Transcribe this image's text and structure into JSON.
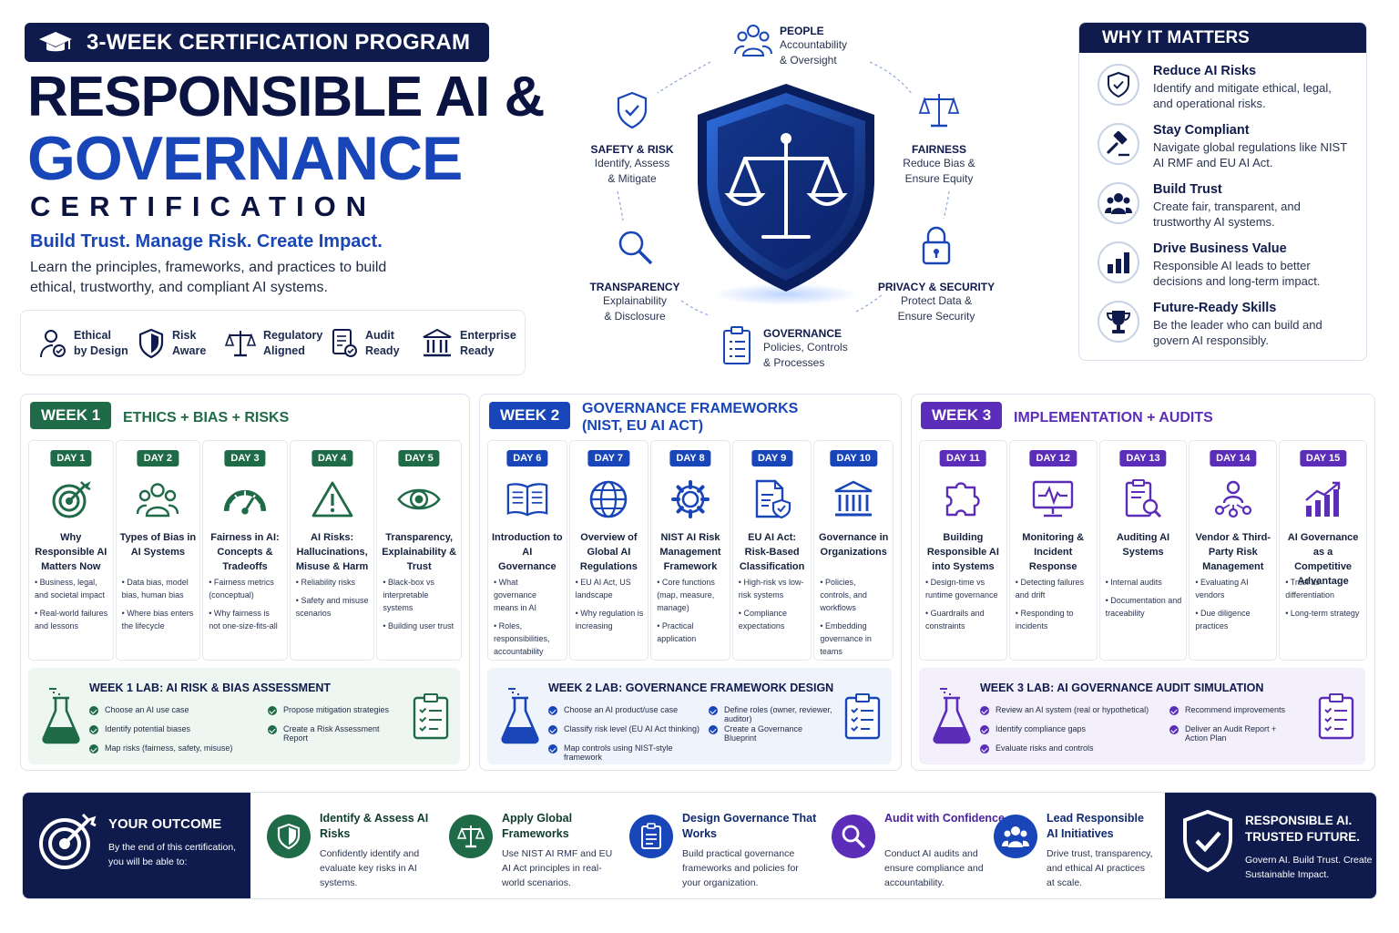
{
  "header": {
    "badge": "3-WEEK CERTIFICATION PROGRAM",
    "title_line1": "RESPONSIBLE AI &",
    "title_line2": "GOVERNANCE",
    "title_line3": "CERTIFICATION",
    "tagline": "Build Trust. Manage Risk. Create Impact.",
    "lead": "Learn the principles, frameworks, and practices to build ethical, trustworthy, and compliant AI systems."
  },
  "features": [
    {
      "icon": "person-check-icon",
      "l1": "Ethical",
      "l2": "by Design"
    },
    {
      "icon": "shield-icon",
      "l1": "Risk",
      "l2": "Aware"
    },
    {
      "icon": "scales-icon",
      "l1": "Regulatory",
      "l2": "Aligned"
    },
    {
      "icon": "audit-doc-icon",
      "l1": "Audit",
      "l2": "Ready"
    },
    {
      "icon": "building-icon",
      "l1": "Enterprise",
      "l2": "Ready"
    }
  ],
  "pillars": {
    "people": {
      "title": "PEOPLE",
      "d1": "Accountability",
      "d2": "& Oversight"
    },
    "safety": {
      "title": "SAFETY & RISK",
      "d1": "Identify, Assess",
      "d2": "& Mitigate"
    },
    "fairness": {
      "title": "FAIRNESS",
      "d1": "Reduce Bias &",
      "d2": "Ensure Equity"
    },
    "transparency": {
      "title": "TRANSPARENCY",
      "d1": "Explainability",
      "d2": "& Disclosure"
    },
    "privacy": {
      "title": "PRIVACY & SECURITY",
      "d1": "Protect Data &",
      "d2": "Ensure Security"
    },
    "governance": {
      "title": "GOVERNANCE",
      "d1": "Policies, Controls",
      "d2": "& Processes"
    }
  },
  "why": {
    "title": "WHY IT MATTERS",
    "items": [
      {
        "icon": "shield-check-icon",
        "title": "Reduce AI Risks",
        "desc": "Identify and mitigate ethical, legal, and operational risks."
      },
      {
        "icon": "gavel-icon",
        "title": "Stay Compliant",
        "desc": "Navigate global regulations like NIST AI RMF and EU AI Act."
      },
      {
        "icon": "people-icon",
        "title": "Build Trust",
        "desc": "Create fair, transparent, and trustworthy AI systems."
      },
      {
        "icon": "bar-chart-icon",
        "title": "Drive Business Value",
        "desc": "Responsible AI leads to better decisions and long-term impact."
      },
      {
        "icon": "trophy-icon",
        "title": "Future-Ready Skills",
        "desc": "Be the leader who can build and govern AI responsibly."
      }
    ]
  },
  "weeks": [
    {
      "tag": "WEEK 1",
      "title1": "ETHICS + BIAS + RISKS",
      "title2": "",
      "color": "#1f6b48",
      "light": "#eef6f1",
      "days": [
        {
          "tag": "DAY 1",
          "icon": "target-icon",
          "title": "Why Responsible AI Matters Now",
          "b": [
            "• Business, legal, and societal impact",
            "• Real-world failures and lessons"
          ]
        },
        {
          "tag": "DAY 2",
          "icon": "people-group-icon",
          "title": "Types of Bias in AI Systems",
          "b": [
            "• Data bias, model bias, human bias",
            "• Where bias enters the lifecycle"
          ]
        },
        {
          "tag": "DAY 3",
          "icon": "gauge-icon",
          "title": "Fairness in AI: Concepts & Tradeoffs",
          "b": [
            "• Fairness metrics (conceptual)",
            "• Why fairness is not one-size-fits-all"
          ]
        },
        {
          "tag": "DAY 4",
          "icon": "warning-icon",
          "title": "AI Risks: Hallucinations, Misuse & Harm",
          "b": [
            "• Reliability risks",
            "• Safety and misuse scenarios"
          ]
        },
        {
          "tag": "DAY 5",
          "icon": "eye-icon",
          "title": "Transparency, Explainability & Trust",
          "b": [
            "• Black-box vs interpretable systems",
            "• Building user trust"
          ]
        }
      ],
      "lab": {
        "title": "WEEK 1 LAB: AI RISK & BIAS ASSESSMENT",
        "col1": [
          "Choose an AI use case",
          "Identify potential biases",
          "Map risks (fairness, safety, misuse)"
        ],
        "col2": [
          "Propose mitigation strategies",
          "Create a Risk Assessment Report"
        ]
      }
    },
    {
      "tag": "WEEK 2",
      "title1": "GOVERNANCE FRAMEWORKS",
      "title2": "(NIST, EU AI ACT)",
      "color": "#1846b8",
      "light": "#eef3fc",
      "days": [
        {
          "tag": "DAY 6",
          "icon": "book-icon",
          "title": "Introduction to AI Governance",
          "b": [
            "• What governance means in AI",
            "• Roles, responsibilities, accountability"
          ]
        },
        {
          "tag": "DAY 7",
          "icon": "globe-icon",
          "title": "Overview of Global AI Regulations",
          "b": [
            "• EU AI Act, US landscape",
            "• Why regulation is increasing"
          ]
        },
        {
          "tag": "DAY 8",
          "icon": "gear-icon",
          "title": "NIST AI Risk Management Framework",
          "b": [
            "• Core functions (map, measure, manage)",
            "• Practical application"
          ]
        },
        {
          "tag": "DAY 9",
          "icon": "doc-shield-icon",
          "title": "EU AI Act: Risk-Based Classification",
          "b": [
            "• High-risk vs low-risk systems",
            "• Compliance expectations"
          ]
        },
        {
          "tag": "DAY 10",
          "icon": "institution-icon",
          "title": "Governance in Organizations",
          "b": [
            "• Policies, controls, and workflows",
            "• Embedding governance in teams"
          ]
        }
      ],
      "lab": {
        "title": "WEEK 2 LAB:  GOVERNANCE FRAMEWORK DESIGN",
        "col1": [
          "Choose an AI product/use case",
          "Classify risk level (EU AI Act thinking)",
          "Map controls using NIST-style framework"
        ],
        "col2": [
          "Define roles (owner, reviewer, auditor)",
          "Create a Governance Blueprint"
        ]
      }
    },
    {
      "tag": "WEEK 3",
      "title1": "IMPLEMENTATION + AUDITS",
      "title2": "",
      "color": "#5b2db8",
      "light": "#f3effb",
      "days": [
        {
          "tag": "DAY 11",
          "icon": "puzzle-icon",
          "title": "Building Responsible AI into Systems",
          "b": [
            "• Design-time vs runtime governance",
            "• Guardrails and constraints"
          ]
        },
        {
          "tag": "DAY 12",
          "icon": "monitor-pulse-icon",
          "title": "Monitoring & Incident Response",
          "b": [
            "• Detecting failures and drift",
            "• Responding to incidents"
          ]
        },
        {
          "tag": "DAY 13",
          "icon": "audit-search-icon",
          "title": "Auditing AI Systems",
          "b": [
            "• Internal audits",
            "• Documentation and traceability"
          ]
        },
        {
          "tag": "DAY 14",
          "icon": "vendor-network-icon",
          "title": "Vendor & Third-Party Risk Management",
          "b": [
            "• Evaluating AI vendors",
            "• Due diligence practices"
          ]
        },
        {
          "tag": "DAY 15",
          "icon": "growth-chart-icon",
          "title": "AI Governance as a Competitive Advantage",
          "b": [
            "• Trust as differentiation",
            "• Long-term strategy"
          ]
        }
      ],
      "lab": {
        "title": "WEEK 3 LAB:  AI GOVERNANCE AUDIT SIMULATION",
        "col1": [
          "Review an AI system (real or hypothetical)",
          "Identify compliance gaps",
          "Evaluate risks and controls"
        ],
        "col2": [
          "Recommend improvements",
          "Deliver an Audit Report + Action Plan"
        ]
      }
    }
  ],
  "outcome": {
    "title": "YOUR OUTCOME",
    "desc": "By the end of this certification, you will be able to:",
    "items": [
      {
        "icon": "shield-check-icon",
        "color": "#1f6b48",
        "title": "Identify & Assess AI Risks",
        "desc": "Confidently identify and evaluate key risks in AI systems."
      },
      {
        "icon": "scales-icon",
        "color": "#1f6b48",
        "title": "Apply Global Frameworks",
        "desc": "Use NIST AI RMF and EU AI Act principles in real-world scenarios."
      },
      {
        "icon": "clipboard-icon",
        "color": "#1846b8",
        "title": "Design Governance That Works",
        "desc": "Build practical governance frameworks and policies for your organization."
      },
      {
        "icon": "search-icon",
        "color": "#5b2db8",
        "title": "Audit with Confidence",
        "desc": "Conduct AI audits and ensure compliance and accountability."
      },
      {
        "icon": "team-icon",
        "color": "#1846b8",
        "title": "Lead Responsible AI Initiatives",
        "desc": "Drive trust, transparency, and ethical AI practices at scale."
      }
    ],
    "final_title": "RESPONSIBLE AI. TRUSTED FUTURE.",
    "final_desc": "Govern AI. Build Trust. Create Sustainable Impact."
  }
}
